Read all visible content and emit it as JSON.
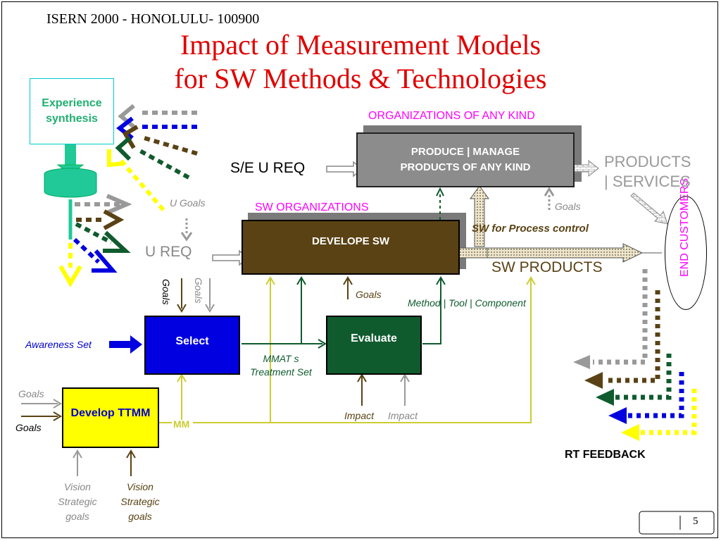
{
  "header": {
    "text": "ISERN 2000  - HONOLULU- 100900"
  },
  "title": {
    "line1": "Impact of Measurement Models",
    "line2": "for SW Methods & Technologies"
  },
  "boxes": {
    "experience": "Experience synthesis",
    "produce_line1": "PRODUCE | MANAGE",
    "produce_line2": "PRODUCTS OF ANY KIND",
    "develope": "DEVELOPE SW",
    "select": "Select",
    "evaluate": "Evaluate",
    "develop_ttmm": "Develop TTMM",
    "end_customers": "END CUSTOMERS"
  },
  "labels": {
    "org_any_kind": "ORGANIZATIONS OF ANY KIND",
    "sw_orgs": "SW ORGANIZATIONS",
    "se_ureq": "S/E U REQ",
    "products_services_1": "PRODUCTS",
    "products_services_2": "| SERVICES",
    "u_goals": "U Goals",
    "u_req": "U REQ",
    "goals_right": "Goals",
    "sw_process_control": "SW for Process control",
    "sw_products": "SW PRODUCTS",
    "goals_mid": "Goals",
    "method_tool": "Method | Tool | Component",
    "goals_brown": "Goals",
    "goals_gray": "Goals",
    "awareness_set": "Awareness Set",
    "mmat_1": "MMAT s",
    "mmat_2": "Treatment Set",
    "impact_brown": "Impact",
    "impact_gray": "Impact",
    "goals_left_gray": "Goals",
    "goals_left_black": "Goals",
    "mm": "MM",
    "vision_gray_1": "Vision",
    "vision_gray_2": "Strategic",
    "vision_gray_3": "goals",
    "vision_brown_1": "Vision",
    "vision_brown_2": "Strategic",
    "vision_brown_3": "goals",
    "rt_feedback": "RT FEEDBACK"
  },
  "footer": {
    "page": "5"
  },
  "colors": {
    "title": "#e00000",
    "magenta": "#ff00ff",
    "brown": "#5a4214",
    "dark_green": "#0f5b2e",
    "teal": "#20c997",
    "yellow_line": "#cccc33",
    "blue": "#0000e0",
    "yellow_box": "#ffff00",
    "gray_box": "#8c8c8c"
  }
}
